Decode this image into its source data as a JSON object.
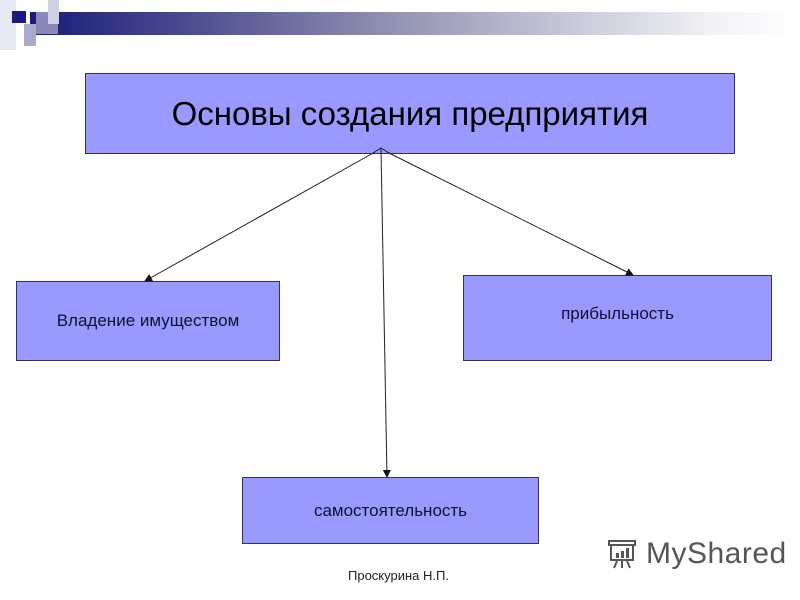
{
  "slide": {
    "title": "Основы создания предприятия",
    "nodes": [
      {
        "id": "ownership",
        "label": "Владение имуществом"
      },
      {
        "id": "profitability",
        "label": "прибыльность"
      },
      {
        "id": "independence",
        "label": "самостоятельность"
      }
    ],
    "edges": [
      {
        "from": "title",
        "to": "ownership"
      },
      {
        "from": "title",
        "to": "independence"
      },
      {
        "from": "title",
        "to": "profitability"
      }
    ],
    "footer": "Проскурина Н.П.",
    "colors": {
      "box_fill": "#9999ff",
      "box_border": "#333355",
      "header_bar": "#1a1a7a"
    }
  },
  "watermark": {
    "text": "MyShared",
    "icon": "presentation-board-icon"
  }
}
